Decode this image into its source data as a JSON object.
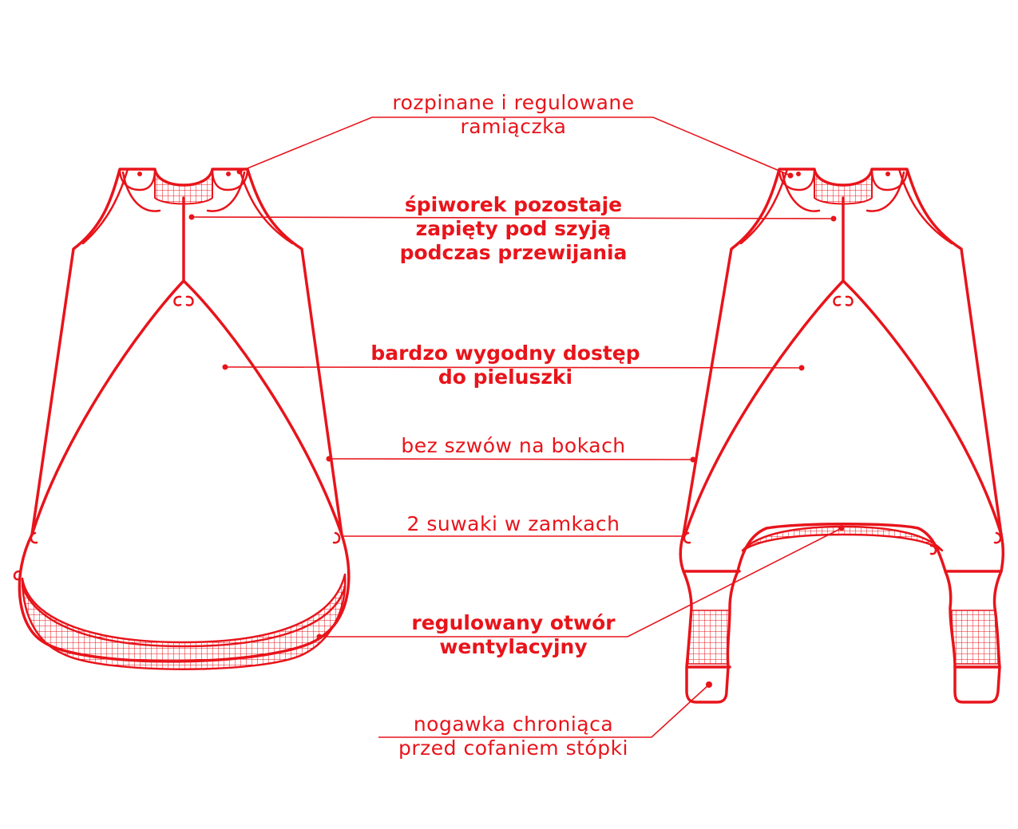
{
  "accent_color": "#e8141b",
  "annotations": {
    "straps": {
      "line1": "rozpinane i regulowane",
      "line2": "ramiączka"
    },
    "neck": {
      "line1": "śpiworek pozostaje",
      "line2": "zapięty pod szyją",
      "line3": "podczas przewijania"
    },
    "diaper": {
      "line1": "bardzo wygodny dostęp",
      "line2": "do pieluszki"
    },
    "seams": {
      "line1": "bez szwów na bokach"
    },
    "zips": {
      "line1": "2 suwaki w zamkach"
    },
    "vent": {
      "line1": "regulowany otwór",
      "line2": "wentylacyjny"
    },
    "leg": {
      "line1": "nogawka chroniąca",
      "line2": "przed cofaniem stópki"
    }
  }
}
